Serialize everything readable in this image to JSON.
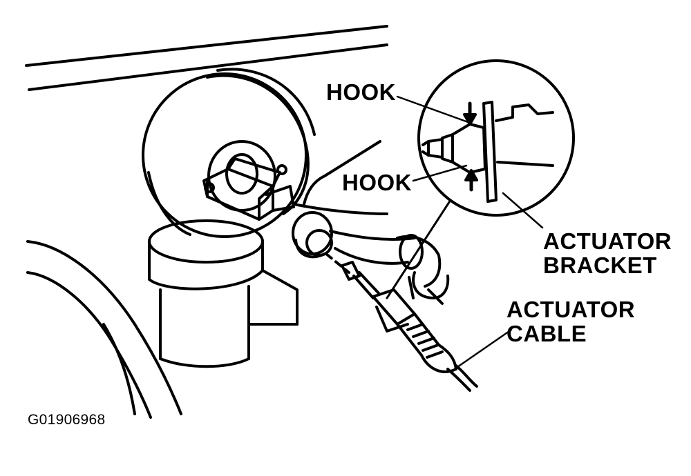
{
  "labels": {
    "hook_upper": "HOOK",
    "hook_lower": "HOOK",
    "actuator_bracket_line1": "ACTUATOR",
    "actuator_bracket_line2": "BRACKET",
    "actuator_cable_line1": "ACTUATOR",
    "actuator_cable_line2": "CABLE"
  },
  "figure_id": "G01906968",
  "colors": {
    "ink": "#000000",
    "paper": "#ffffff"
  }
}
